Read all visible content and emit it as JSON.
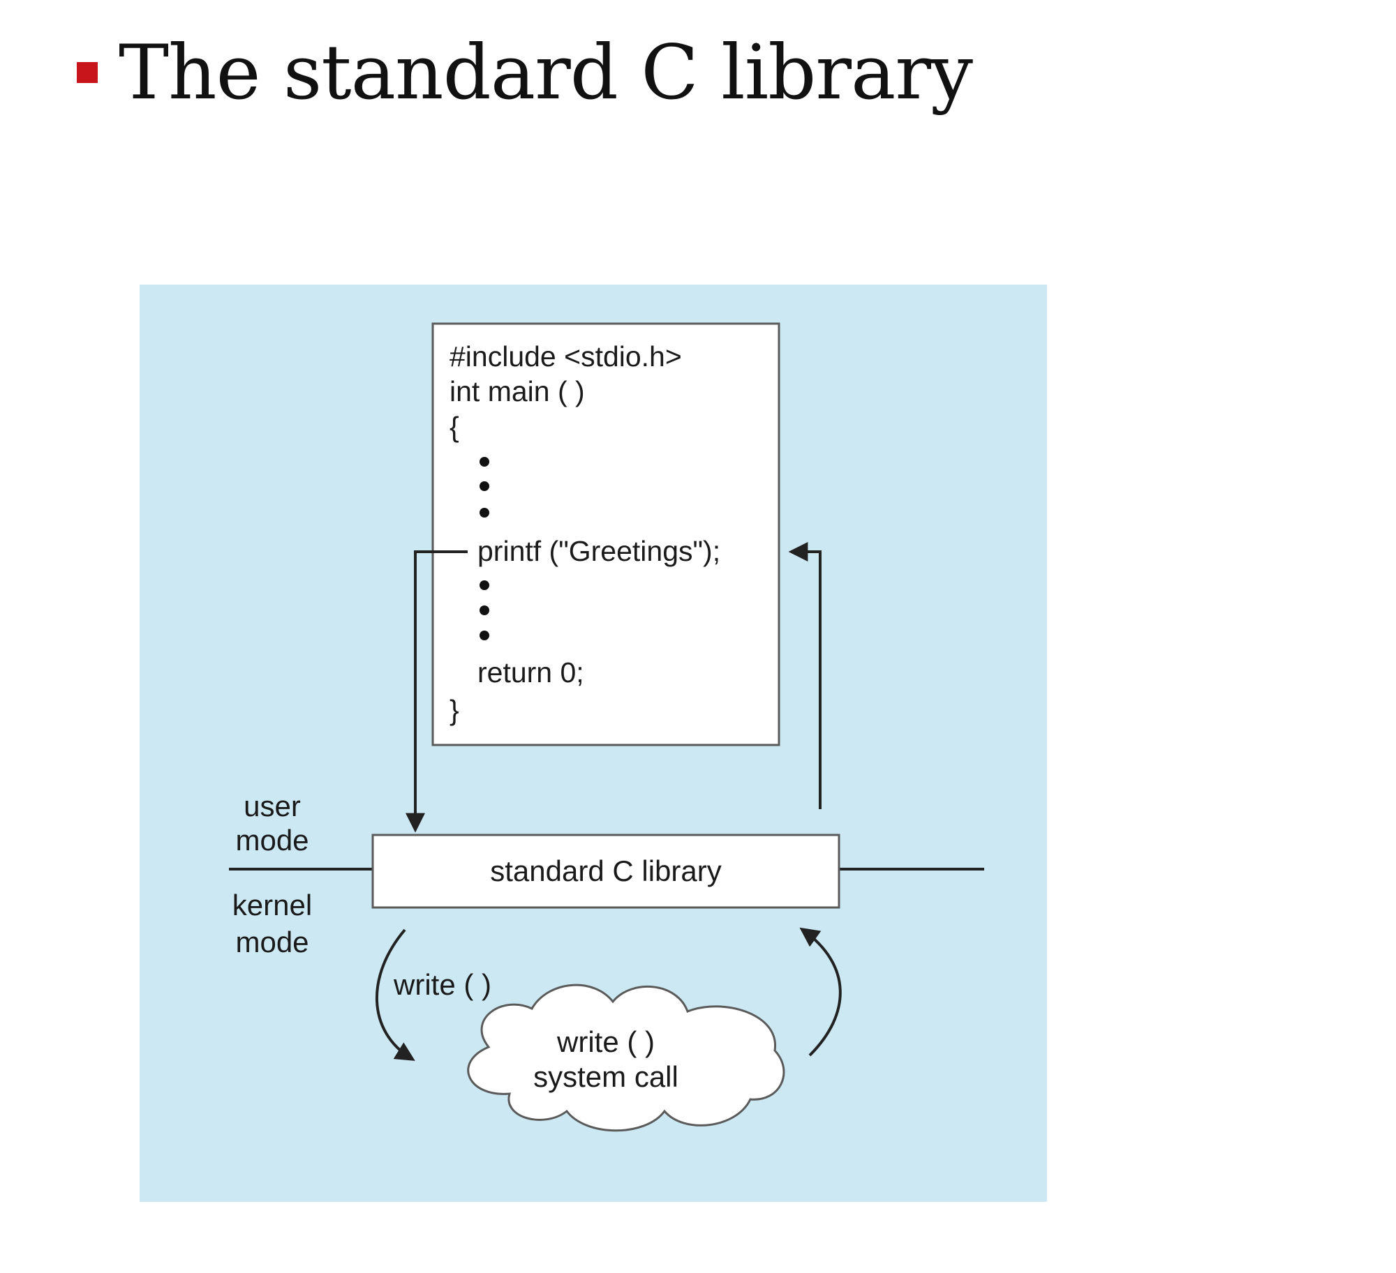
{
  "slide": {
    "title": "The standard C library",
    "bullet_color": "#c8141b"
  },
  "diagram": {
    "background_color": "#cce8f3",
    "program": {
      "line_include": "#include <stdio.h>",
      "line_main": "int main ( )",
      "line_open_brace": "{",
      "line_printf": "printf (\"Greetings\");",
      "line_return": "return 0;",
      "line_close_brace": "}"
    },
    "boundary": {
      "user_mode": [
        "user",
        "mode"
      ],
      "kernel_mode": [
        "kernel",
        "mode"
      ]
    },
    "library_box_label": "standard C library",
    "call_label": "write ( )",
    "system_call": [
      "write ( )",
      "system call"
    ]
  }
}
